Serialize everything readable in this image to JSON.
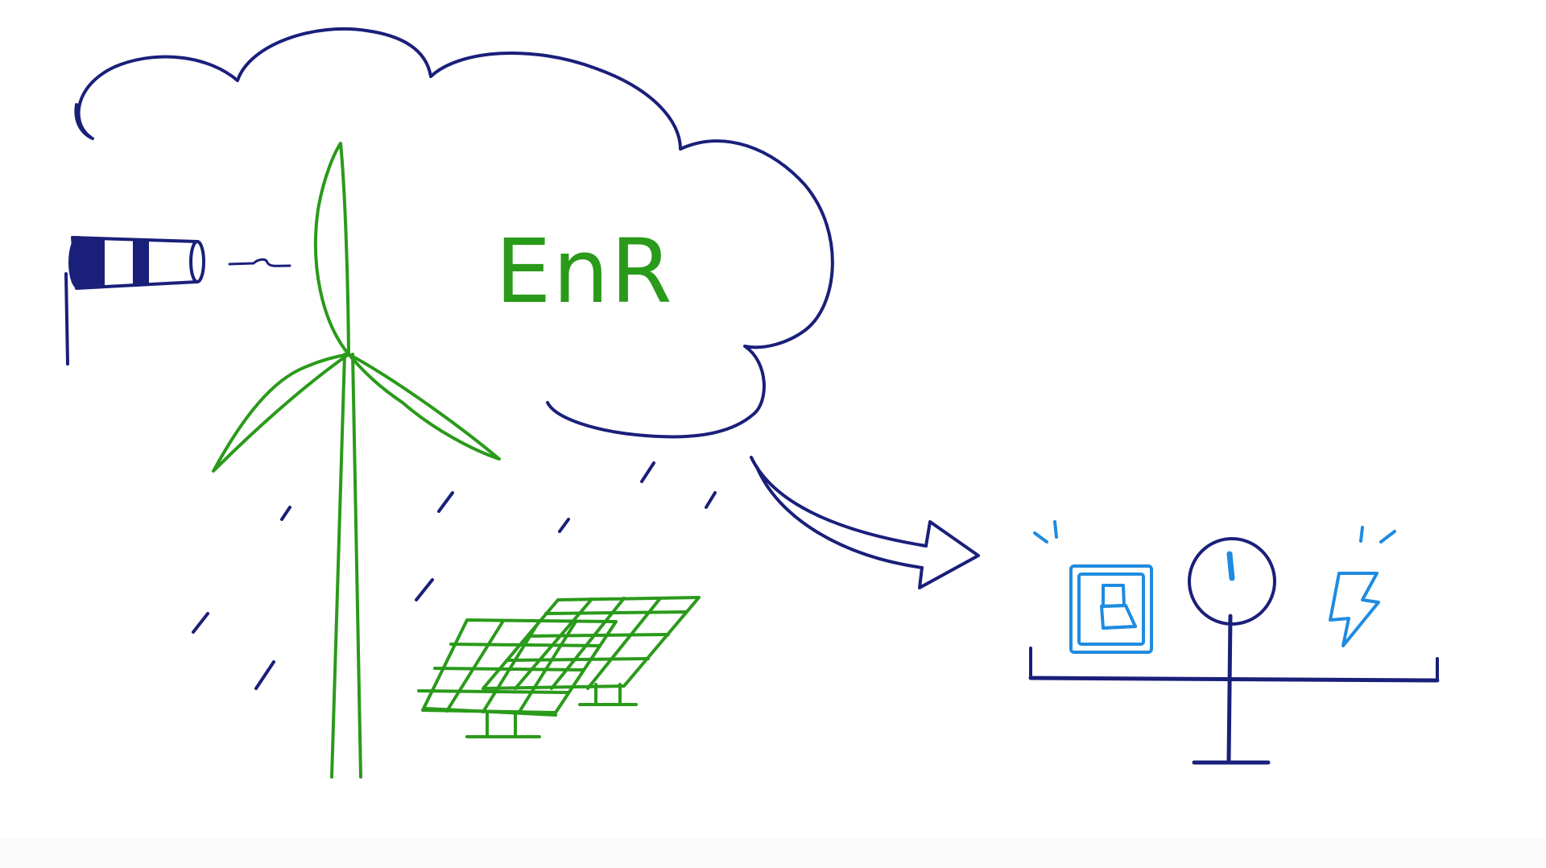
{
  "cloud": {
    "label": "EnR"
  },
  "colors": {
    "navy": "#1a1f7a",
    "green": "#2a9a1a",
    "light_blue": "#1f8be0",
    "background": "#ffffff"
  },
  "icons": [
    "windsock-icon",
    "wind-turbine-icon",
    "solar-panel-icon",
    "rain-drops",
    "arrow-icon",
    "switch-icon",
    "meter-icon",
    "lightning-icon",
    "balance-scale"
  ]
}
